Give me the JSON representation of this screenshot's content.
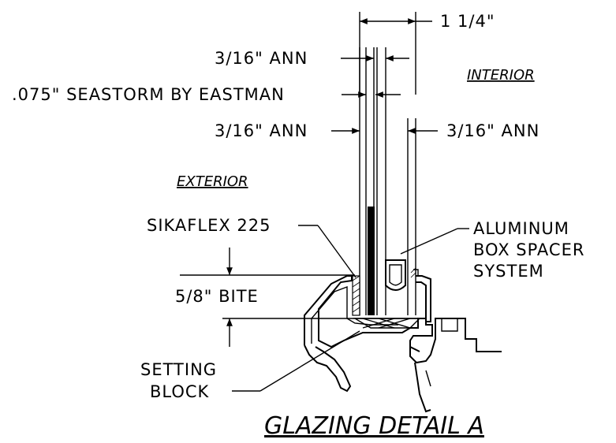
{
  "drawing": {
    "title": "GLAZING DETAIL A",
    "labels": {
      "overall_thickness": "1 1/4\"",
      "outer_lite_top": "3/16\" ANN",
      "interlayer": ".075\" SEASTORM BY EASTMAN",
      "inner_lite_left": "3/16\" ANN",
      "inner_lite_right": "3/16\" ANN",
      "interior": "INTERIOR",
      "exterior": "EXTERIOR",
      "sealant": "SIKAFLEX 225",
      "spacer_line1": "ALUMINUM",
      "spacer_line2": "BOX SPACER",
      "spacer_line3": "SYSTEM",
      "bite": "5/8\" BITE",
      "setting_line1": "SETTING",
      "setting_line2": "BLOCK"
    }
  }
}
